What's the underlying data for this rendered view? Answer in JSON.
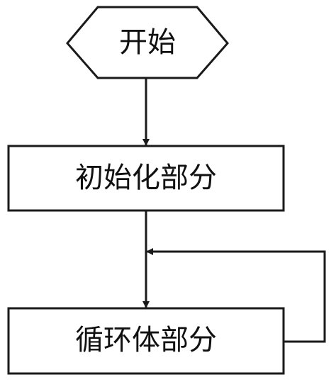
{
  "nodes": {
    "start": {
      "label": "开始"
    },
    "init": {
      "label": "初始化部分"
    },
    "loop": {
      "label": "循环体部分"
    }
  },
  "colors": {
    "stroke": "#1a1a1a",
    "background": "#ffffff"
  },
  "edges": [
    {
      "from": "start",
      "to": "init"
    },
    {
      "from": "init",
      "to": "loop"
    },
    {
      "from": "loop",
      "to": "loop",
      "type": "feedback-loop"
    }
  ]
}
